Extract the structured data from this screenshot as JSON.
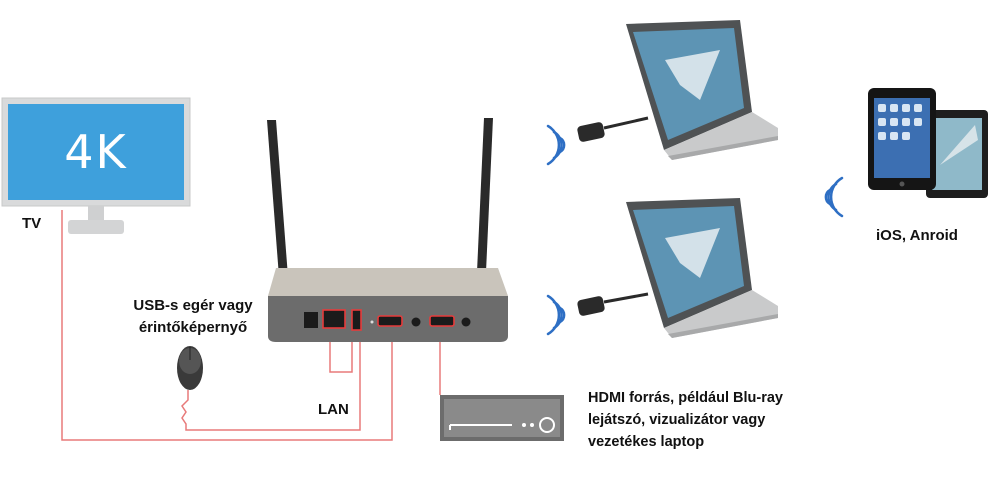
{
  "tv": {
    "screen_text": "4K",
    "label": "TV"
  },
  "mouse": {
    "label_line1": "USB-s egér vagy",
    "label_line2": "érintőképernyő"
  },
  "lan": {
    "label": "LAN"
  },
  "hdmi_source": {
    "line1": "HDMI forrás, például Blu-ray",
    "line2": "lejátszó, vizualizátor vagy",
    "line3": "vezetékes laptop"
  },
  "mobile": {
    "label": "iOS, Anroid"
  },
  "colors": {
    "tv_blue": "#3ea0dc",
    "cable_red": "#e87a7a",
    "wifi_blue": "#2e6fc4",
    "device_gray": "#8a8a8a",
    "port_red": "#e63b3b"
  }
}
